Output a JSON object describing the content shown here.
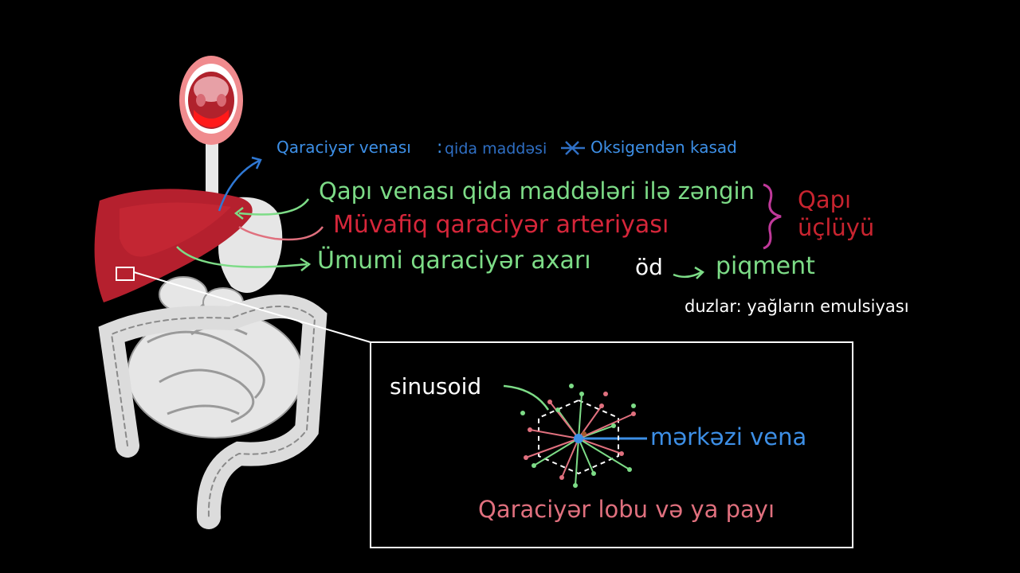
{
  "labels": {
    "hepatic_vein": "Qaraciyər venası",
    "colon": ":",
    "nutrients": "qida maddəsi",
    "oxygen_poor": "Oksigendən kasad",
    "portal_vein": "Qapı venası qida maddələri ilə zəngin",
    "hepatic_artery": "Müvafiq qaraciyər arteriyası",
    "bile_duct": "Ümumi qaraciyər axarı",
    "portal_triad_line1": "Qapı",
    "portal_triad_line2": "üçlüyü",
    "bile": "öd",
    "pigment": "piqment",
    "bile_salts": "duzlar: yağların emulsiyası",
    "sinusoid": "sinusoid",
    "central_vein": "mərkəzi vena",
    "lobule": "Qaraciyər lobu və ya payı"
  },
  "colors": {
    "background": "#000000",
    "blue": "#3d8fe6",
    "green": "#7ddc87",
    "red": "#d6263a",
    "magenta": "#c0399a",
    "pink": "#e0707e",
    "liver": "#b5202e",
    "organ_gray": "#e6e6e6"
  },
  "icons": {
    "nutrient_cross": "star-cross-icon"
  }
}
